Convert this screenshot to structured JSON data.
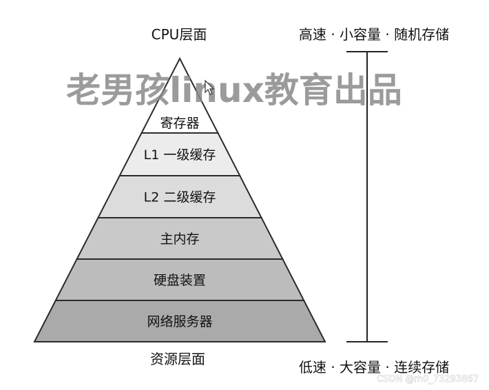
{
  "diagram": {
    "top_label": "CPU层面",
    "bottom_label": "资源层面",
    "levels": [
      {
        "label": "寄存器",
        "color": "#ffffff"
      },
      {
        "label": "L1 一级缓存",
        "color": "#ececec"
      },
      {
        "label": "L2 二级缓存",
        "color": "#dcdcdc"
      },
      {
        "label": "主内存",
        "color": "#c9c9c9"
      },
      {
        "label": "硬盘装置",
        "color": "#bcbcbc"
      },
      {
        "label": "网络服务器",
        "color": "#aaaaaa"
      }
    ],
    "scale": {
      "top_text": "高速 · 小容量 · 随机存储",
      "bottom_text": "低速 · 大容量 · 连续存储"
    }
  },
  "watermark": "老男孩linux教育出品",
  "credit": "CSDN @m0_73293867"
}
